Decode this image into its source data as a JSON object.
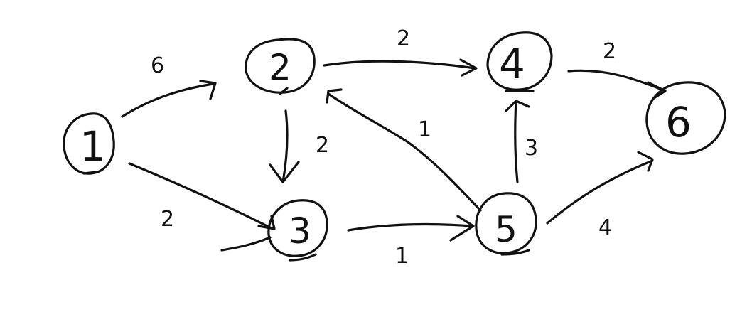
{
  "nodes": [
    {
      "id": "1",
      "label": "1"
    },
    {
      "id": "2",
      "label": "2"
    },
    {
      "id": "3",
      "label": "3"
    },
    {
      "id": "4",
      "label": "4"
    },
    {
      "id": "5",
      "label": "5"
    },
    {
      "id": "6",
      "label": "6"
    }
  ],
  "edges": [
    {
      "from": "1",
      "to": "2",
      "weight": "6"
    },
    {
      "from": "1",
      "to": "3",
      "weight": "2"
    },
    {
      "from": "2",
      "to": "3",
      "weight": "2"
    },
    {
      "from": "2",
      "to": "4",
      "weight": "2"
    },
    {
      "from": "3",
      "to": "5",
      "weight": "1"
    },
    {
      "from": "5",
      "to": "2",
      "weight": "1"
    },
    {
      "from": "5",
      "to": "4",
      "weight": "3"
    },
    {
      "from": "4",
      "to": "6",
      "weight": "2"
    },
    {
      "from": "5",
      "to": "6",
      "weight": "4"
    }
  ]
}
